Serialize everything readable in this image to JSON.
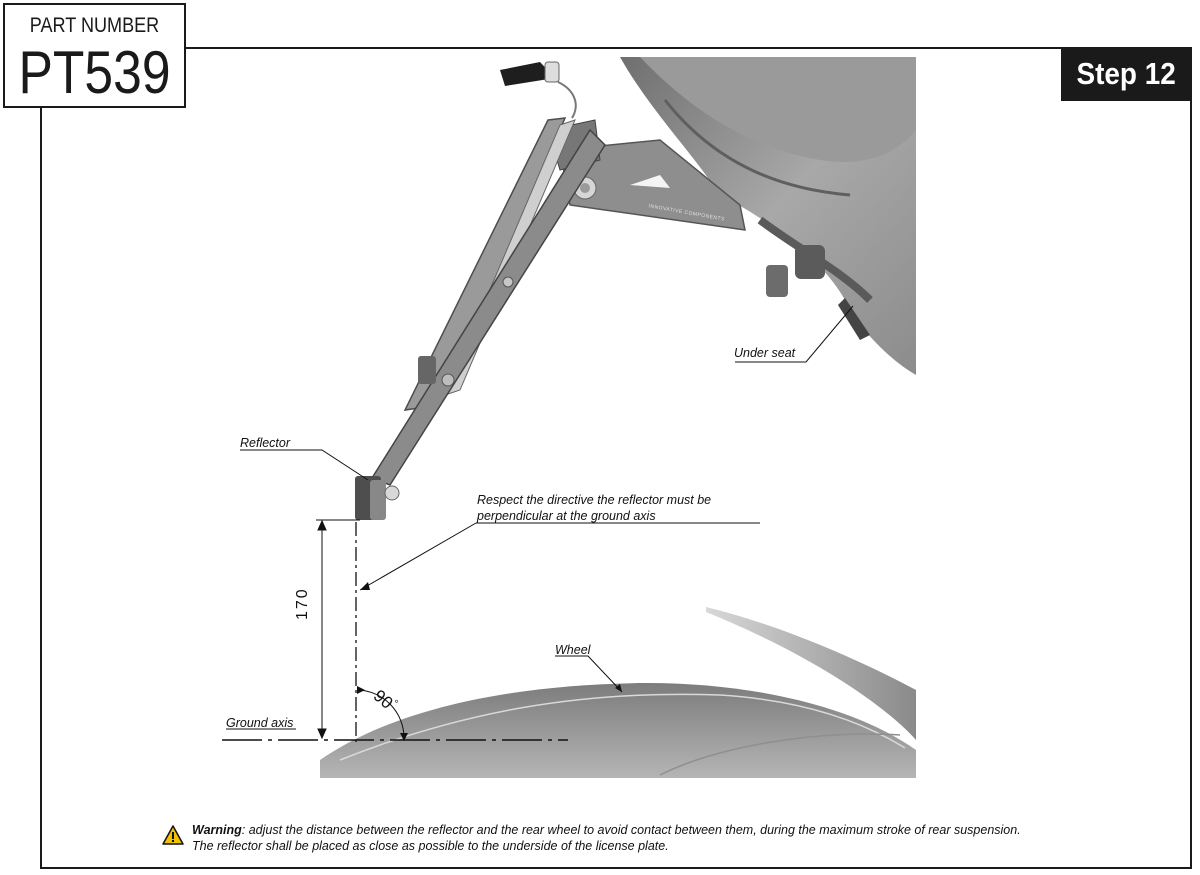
{
  "header": {
    "part_label": "PART NUMBER",
    "part_number": "PT539",
    "step": "Step 12"
  },
  "callouts": {
    "under_seat": "Under seat",
    "reflector": "Reflector",
    "directive_line1": "Respect the directive the reflector must be",
    "directive_line2": "perpendicular at the ground axis",
    "wheel": "Wheel",
    "ground_axis": "Ground axis",
    "dimension": "170",
    "angle": "90",
    "angle_unit": "°",
    "logo_text": "INNOVATIVE COMPONENTS"
  },
  "warning": {
    "bold": "Warning",
    "line1": ": adjust the distance between the reflector and the rear wheel to avoid contact between them, during the maximum stroke of rear suspension.",
    "line2": "The reflector shall be placed as close as possible to the underside of the license plate."
  },
  "colors": {
    "frame": "#1a1a1a",
    "step_bg": "#1a1a1a",
    "render_gray": "#8a8a8a",
    "warning_yellow": "#f2c200"
  }
}
